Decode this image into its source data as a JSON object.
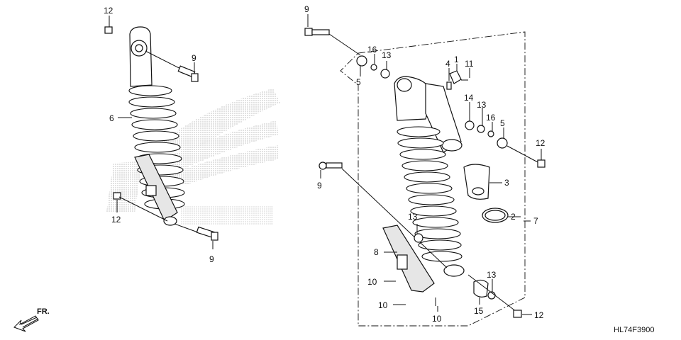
{
  "diagram": {
    "code": "HL74F3900",
    "direction_label": "FR.",
    "callouts": {
      "c12_top": "12",
      "c9_upper_left": "9",
      "c6": "6",
      "c12_left": "12",
      "c9_bottom_left": "9",
      "c9_top": "9",
      "c5_top": "5",
      "c16_top": "16",
      "c13_top": "13",
      "c4": "4",
      "c1": "1",
      "c11": "11",
      "c14": "14",
      "c13_mid": "13",
      "c16_mid": "16",
      "c5_mid": "5",
      "c12_right": "12",
      "c9_left": "9",
      "c3": "3",
      "c2": "2",
      "c7": "7",
      "c13_low": "13",
      "c8": "8",
      "c10_a": "10",
      "c10_b": "10",
      "c10_c": "10",
      "c13_bottom": "13",
      "c15": "15",
      "c12_bottom": "12"
    }
  }
}
